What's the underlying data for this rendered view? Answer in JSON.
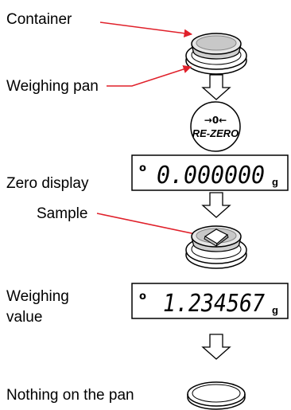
{
  "labels": {
    "container": "Container",
    "weighing_pan": "Weighing pan",
    "zero_display": "Zero display",
    "sample": "Sample",
    "weighing_value_line1": "Weighing",
    "weighing_value_line2": "value",
    "nothing_on_pan": "Nothing on the pan"
  },
  "rezero_button": {
    "symbol": "→0←",
    "label": "RE-ZERO"
  },
  "displays": {
    "zero": {
      "indicator": "o",
      "value": "0.000000",
      "unit": "g"
    },
    "weighing": {
      "indicator": "o",
      "value": "1.234567",
      "unit": "g"
    }
  },
  "colors": {
    "leader_arrow": "#e0202a",
    "outline": "#000000",
    "pan_fill": "#d9d9d9"
  }
}
